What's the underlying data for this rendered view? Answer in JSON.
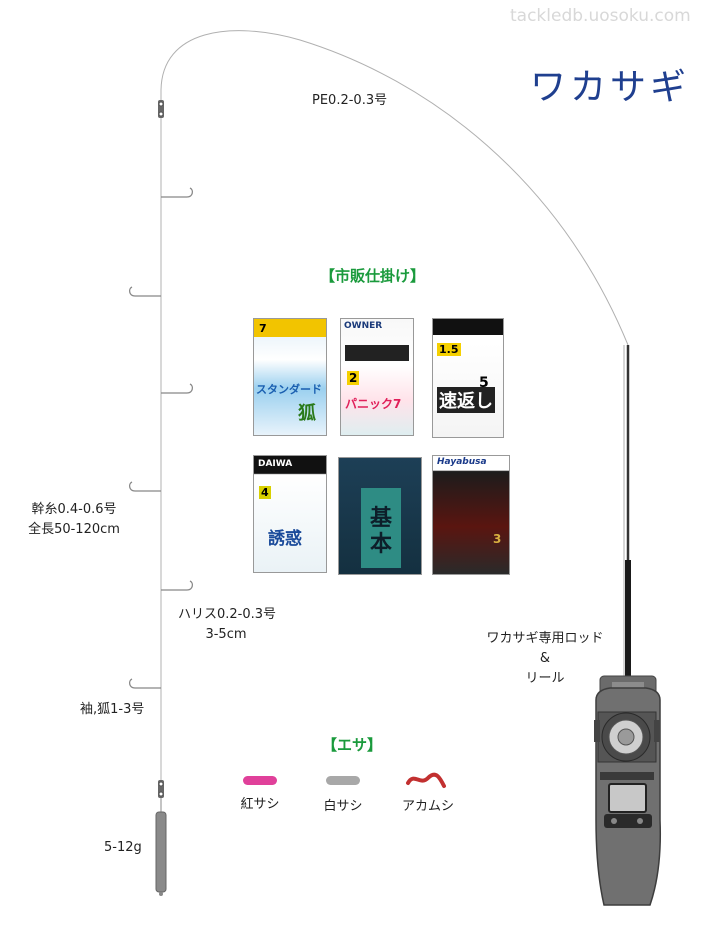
{
  "watermark": "tackledb.uosoku.com",
  "title": "ワカサギ",
  "labels": {
    "main_line": "PE0.2-0.3号",
    "mikiito_line1": "幹糸0.4-0.6号",
    "mikiito_line2": "全長50-120cm",
    "harisu_line1": "ハリス0.2-0.3号",
    "harisu_line2": "3-5cm",
    "hook": "袖,狐1-3号",
    "sinker": "5-12g",
    "rod_line1": "ワカサギ専用ロッド",
    "rod_line2": "&",
    "rod_line3": "リール"
  },
  "rigs_section": {
    "heading": "【市販仕掛け】",
    "packages": [
      {
        "text_main": "スタンダード",
        "text_sub": "狐",
        "badge": "7",
        "brand": ""
      },
      {
        "text_main": "パニック7",
        "text_sub": "2",
        "badge": "",
        "brand": "OWNER"
      },
      {
        "text_main": "速返し",
        "text_sub": "1.5",
        "badge": "5",
        "brand": ""
      },
      {
        "text_main": "誘惑",
        "text_sub": "4",
        "badge": "",
        "brand": "DAIWA"
      },
      {
        "text_main": "基本",
        "text_sub": "",
        "badge": "",
        "brand": ""
      },
      {
        "text_main": "",
        "text_sub": "3",
        "badge": "",
        "brand": "Hayabusa"
      }
    ]
  },
  "bait_section": {
    "heading": "【エサ】",
    "items": [
      {
        "name": "紅サシ",
        "color": "#e0409a"
      },
      {
        "name": "白サシ",
        "color": "#a8a8a8"
      },
      {
        "name": "アカムシ",
        "color": "#c23030"
      }
    ]
  }
}
